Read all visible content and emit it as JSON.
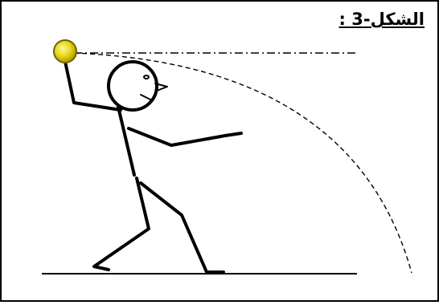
{
  "figure": {
    "caption": "الشكل-3 :",
    "ball_color": "#e7d91a",
    "ball_outline": "#8a7a00",
    "stroke_color": "#000000",
    "border_color": "#000000",
    "icons": [
      "shot-put-ball-icon",
      "thrower-stick-figure",
      "trajectory-curve",
      "launch-height-line",
      "ground-line"
    ]
  }
}
